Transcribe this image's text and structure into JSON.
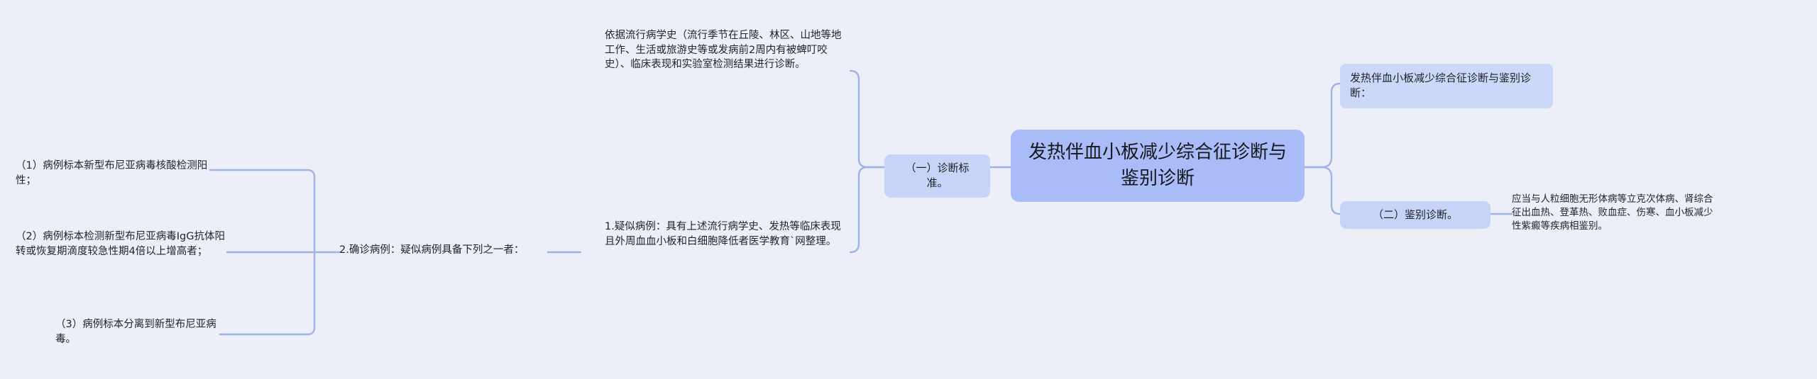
{
  "diagram": {
    "type": "mind-map",
    "direction": "bidirectional",
    "background_color": "#eceff8",
    "link_color": "#9fb4e4",
    "root_fill": "#aabcf7",
    "branch_fill": "#c8d4f7"
  },
  "root": {
    "label": "发热伴血小板减少综合征诊断与鉴别诊断"
  },
  "right_branch": {
    "topic": "发热伴血小板减少综合征诊断与鉴别诊断：",
    "differential": {
      "label": "（二）鉴别诊断。",
      "detail": "应当与人粒细胞无形体病等立克次体病、肾综合征出血热、登革热、败血症、伤寒、血小板减少性紫癜等疾病相鉴别。"
    }
  },
  "left_branch": {
    "criteria": {
      "label": "（一）诊断标准。",
      "basis": "依据流行病学史（流行季节在丘陵、林区、山地等地工作、生活或旅游史等或发病前2周内有被蜱叮咬史）、临床表现和实验室检测结果进行诊断。",
      "suspected": "1.疑似病例：具有上述流行病学史、发热等临床表现且外周血血小板和白细胞降低者医学教育`网整理。",
      "confirmed": {
        "label": "2.确诊病例：疑似病例具备下列之一者：",
        "items": [
          "（1）病例标本新型布尼亚病毒核酸检测阳性；",
          "（2）病例标本检测新型布尼亚病毒IgG抗体阳转或恢复期滴度较急性期4倍以上增高者；",
          "（3）病例标本分离到新型布尼亚病毒。"
        ]
      }
    }
  }
}
